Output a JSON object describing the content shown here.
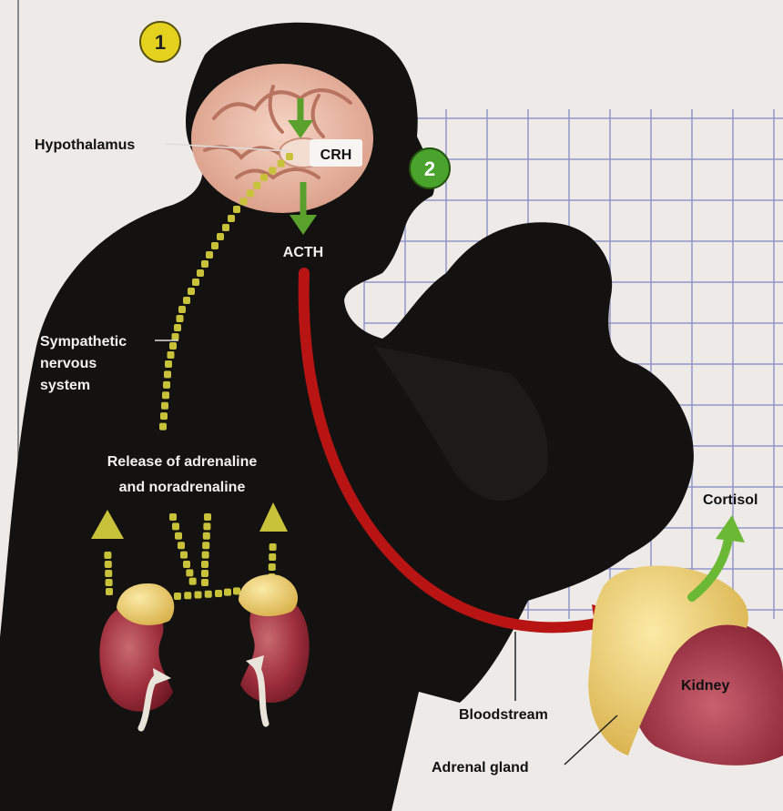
{
  "steps": {
    "step1": "1",
    "step2": "2"
  },
  "labels": {
    "hypothalamus": "Hypothalamus",
    "crh": "CRH",
    "acth": "ACTH",
    "sympathetic_line1": "Sympathetic",
    "sympathetic_line2": "nervous",
    "sympathetic_line3": "system",
    "release_line1": "Release of adrenaline",
    "release_line2": "and noradrenaline",
    "cortisol": "Cortisol",
    "kidney": "Kidney",
    "bloodstream": "Bloodstream",
    "adrenal_gland": "Adrenal gland"
  },
  "colors": {
    "silhouette": "#141210",
    "brain": "#e8b4a0",
    "nerve_dots": "#c8c23a",
    "hormone_arrow": "#5aa02c",
    "bloodstream": "#b81414",
    "step1_badge": "#e4d21e",
    "step2_badge": "#4aa32c",
    "adrenal": "#e8cc6a",
    "kidney": "#9c2a38",
    "grid": "#8c8fc6"
  }
}
